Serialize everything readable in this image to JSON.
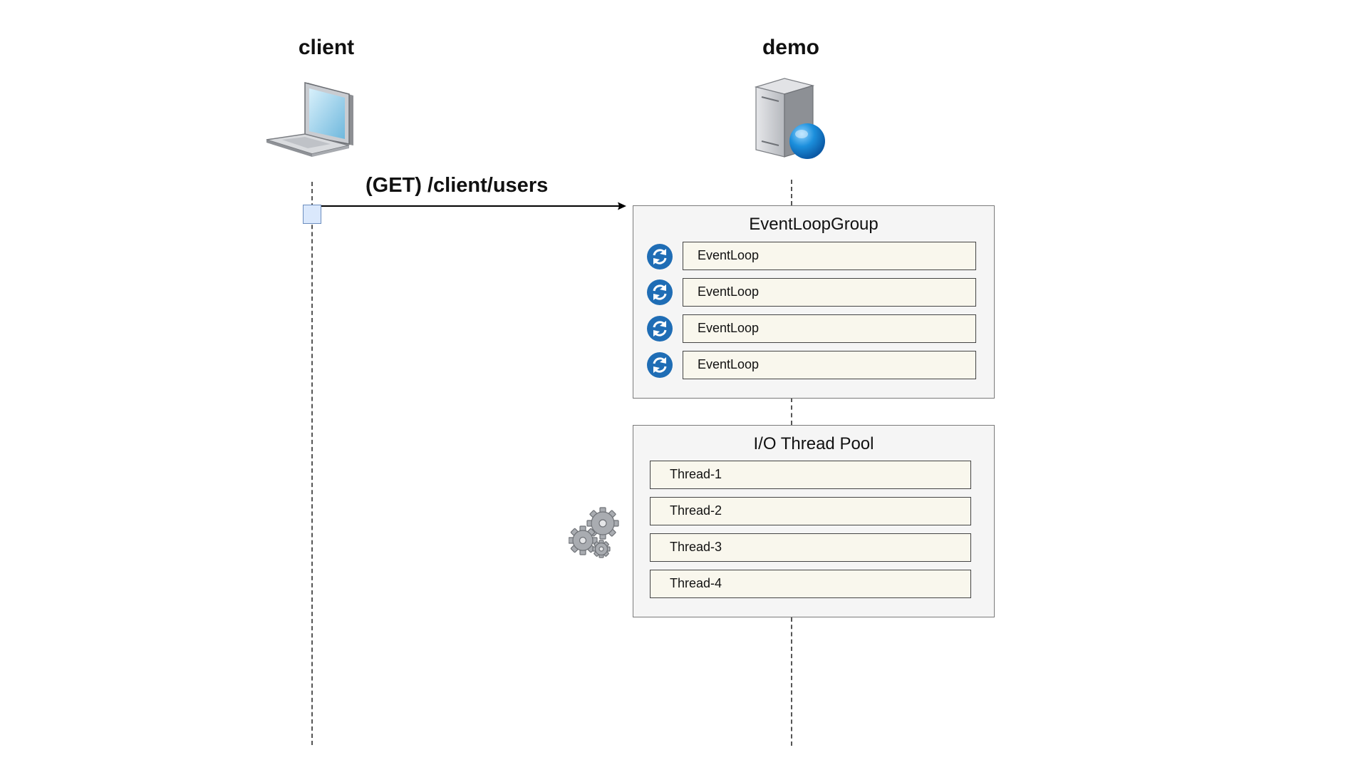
{
  "participants": [
    {
      "name": "client",
      "icon": "laptop-icon"
    },
    {
      "name": "demo",
      "icon": "server-icon"
    }
  ],
  "message": {
    "label": "(GET) /client/users"
  },
  "event_loop_group": {
    "title": "EventLoopGroup",
    "items": [
      "EventLoop",
      "EventLoop",
      "EventLoop",
      "EventLoop"
    ],
    "item_icon": "refresh-icon"
  },
  "thread_pool": {
    "title": "I/O Thread Pool",
    "items": [
      "Thread-1",
      "Thread-2",
      "Thread-3",
      "Thread-4"
    ],
    "icon": "gears-icon"
  },
  "colors": {
    "activation_fill": "#dae8fc",
    "activation_stroke": "#6c8ebf",
    "group_fill": "#f5f5f5",
    "item_fill": "#f9f7ed",
    "loop_icon": "#1f6db5"
  }
}
